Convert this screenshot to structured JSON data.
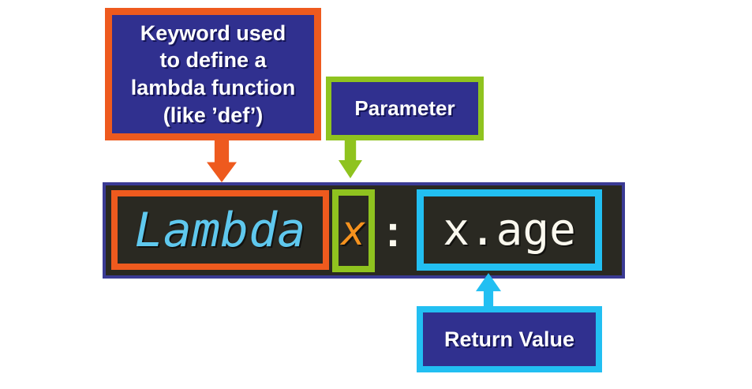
{
  "diagram": {
    "topic": "python-lambda-syntax",
    "callouts": {
      "keyword": {
        "text": "Keyword used\nto define a\nlambda function\n(like ’def’)",
        "border_color": "#EE5A1E",
        "background": "#30308F",
        "text_color": "#FFFFFF"
      },
      "parameter": {
        "text": "Parameter",
        "border_color": "#8FC31F",
        "background": "#30308F",
        "text_color": "#FFFFFF"
      },
      "return_value": {
        "text": "Return Value",
        "border_color": "#22BFF2",
        "background": "#30308F",
        "text_color": "#FFFFFF"
      }
    },
    "code": {
      "keyword": "Lambda",
      "parameter": "x",
      "separator": ":",
      "return_expression": "x.age",
      "background": "#2A2922",
      "frame_color": "#3A3A94",
      "keyword_color": "#5FC8EE",
      "parameter_color": "#F6921E",
      "text_color": "#FAF8EE"
    },
    "arrows": {
      "keyword_arrow_color": "#EE5A1E",
      "parameter_arrow_color": "#8FC31F",
      "return_arrow_color": "#22BFF2"
    }
  }
}
